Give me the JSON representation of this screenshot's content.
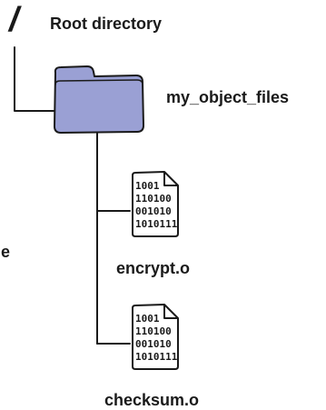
{
  "diagram": {
    "root": {
      "symbol": "/",
      "label": "Root directory"
    },
    "folder": {
      "label": "my_object_files",
      "icon": "folder-icon",
      "color": "#9aa0d4"
    },
    "files": [
      {
        "label": "encrypt.o",
        "icon": "binary-file-icon",
        "bits": [
          "1001",
          "110100",
          "001010",
          "1010111"
        ]
      },
      {
        "label": "checksum.o",
        "icon": "binary-file-icon",
        "bits": [
          "1001",
          "110100",
          "001010",
          "1010111"
        ]
      }
    ],
    "partial_edge_text": "e"
  }
}
